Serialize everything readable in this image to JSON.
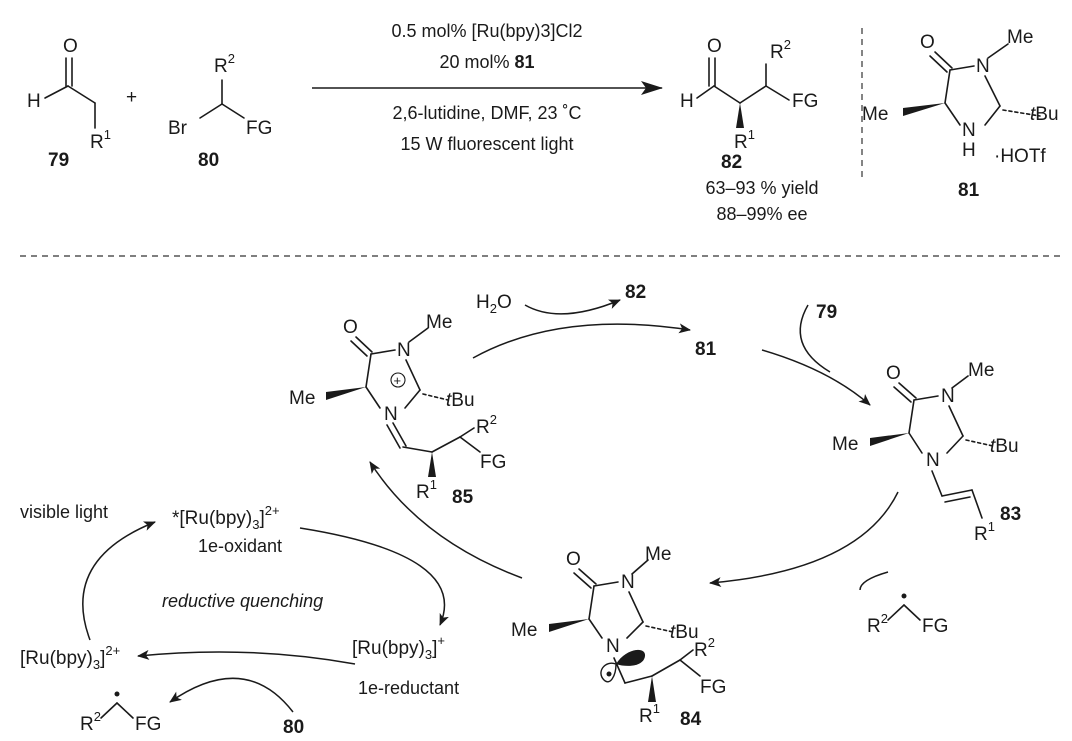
{
  "reaction": {
    "conditions": {
      "line1": "0.5 mol% [Ru(bpy)3]Cl2",
      "line2_text": "20 mol%",
      "line2_compound": "81",
      "line3": "2,6-lutidine, DMF, 23 ˚C",
      "line4": "15 W fluorescent light"
    },
    "plus": "+",
    "compounds": {
      "c79": "79",
      "c80": "80",
      "c82": "82",
      "c81": "81",
      "c85": "85",
      "c83": "83",
      "c84": "84"
    },
    "product_yield": "63–93 % yield",
    "product_ee": "88–99% ee",
    "salt": "·HOTf"
  },
  "atoms": {
    "H": "H",
    "O": "O",
    "N": "N",
    "Br": "Br",
    "FG": "FG",
    "R": "R",
    "sup1": "1",
    "sup2": "2",
    "Me": "Me",
    "t": "t",
    "Bu": "Bu",
    "H2O_H": "H",
    "H2O_2": "2",
    "H2O_O": "O",
    "plus_charge": "+"
  },
  "cycle": {
    "visible_light": "visible light",
    "ru_excited_star": "*[Ru(bpy)",
    "ru_sub3": "3",
    "ru_close": "]",
    "ru_charge2": "2+",
    "ru_charge1": "+",
    "ru_ground": "[Ru(bpy)",
    "ru_reduced": "[Ru(bpy)",
    "oxidant": "1e-oxidant",
    "reductant": "1e-reductant",
    "quenching": "reductive quenching"
  },
  "colors": {
    "excited": "#e8368f",
    "reduced": "#2a9d1a",
    "quenching": "#2a9d1a"
  }
}
